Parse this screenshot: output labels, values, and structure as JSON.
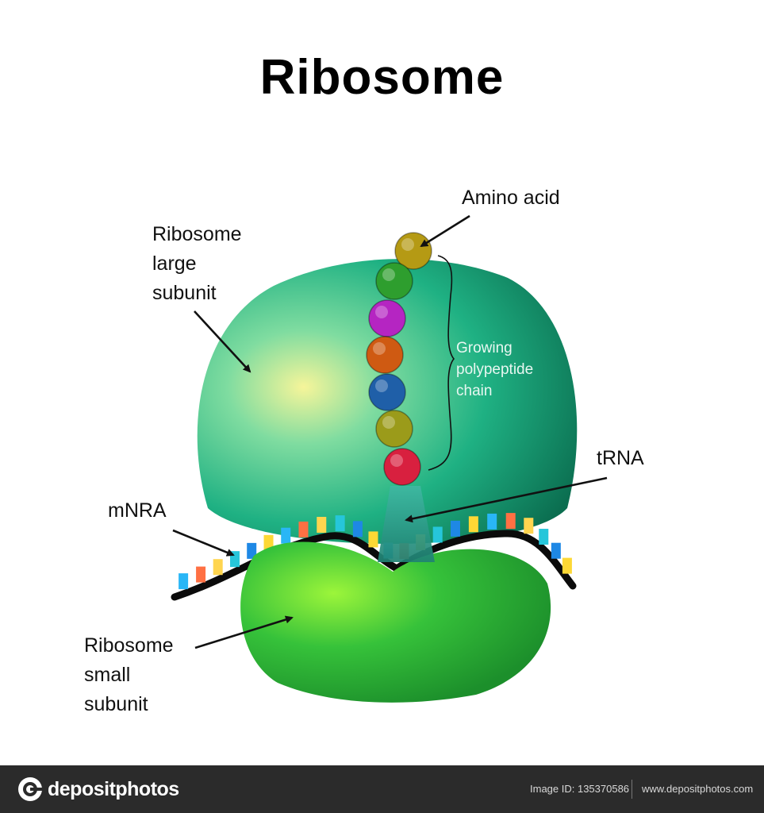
{
  "title": "Ribosome",
  "labels": {
    "large_subunit": [
      "Ribosome",
      "large",
      "subunit"
    ],
    "amino_acid": "Amino acid",
    "polypeptide": [
      "Growing",
      "polypeptide",
      "chain"
    ],
    "trna": "tRNA",
    "mrna": "mNRA",
    "small_subunit": [
      "Ribosome",
      "small",
      "subunit"
    ]
  },
  "colors": {
    "large_subunit": "#1faa7a",
    "small_subunit": "#33c43a",
    "trna": "#2a9d8f",
    "beads": [
      "#b59a14",
      "#2e9e2e",
      "#b525c2",
      "#cf5a12",
      "#1f5fa8",
      "#9b9b1a",
      "#d8203f"
    ],
    "codons": [
      "#29b6f6",
      "#ff7043",
      "#ffd54f",
      "#26c6da",
      "#1e88e5",
      "#fdd835"
    ]
  },
  "footer": {
    "brand": "depositphotos",
    "image_id": "Image ID: 135370586",
    "site": "www.depositphotos.com"
  }
}
